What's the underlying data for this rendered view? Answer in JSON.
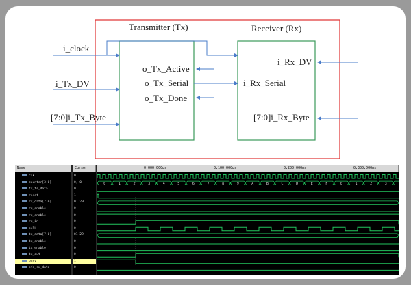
{
  "diagram": {
    "tx_title": "Transmitter (Tx)",
    "rx_title": "Receiver (Rx)",
    "inputs": [
      "i_clock",
      "i_Tx_DV",
      "[7:0]i_Tx_Byte"
    ],
    "tx_outputs": [
      "o_Tx_Active",
      "o_Tx_Serial",
      "o_Tx_Done"
    ],
    "rx_ports": [
      "i_Rx_DV",
      "i_Rx_Serial",
      "[7:0]i_Rx_Byte"
    ],
    "colors": {
      "container": "#e03030",
      "block": "#3b9a5a",
      "arrow": "#4a7cc9"
    }
  },
  "waveform": {
    "header": {
      "name": "Name",
      "cursor": "Cursor"
    },
    "time_markers": [
      "0,000,000ps",
      "0,100,000ps",
      "0,200,000ps",
      "0,300,000ps"
    ],
    "counter_values": [
      "0",
      "1",
      "2",
      "3",
      "4",
      "5",
      "6",
      "7",
      "8",
      "9",
      "A",
      "B",
      "C",
      "D",
      "E",
      "F",
      "0",
      "1",
      "2",
      "3"
    ],
    "signals": [
      {
        "name": "clk",
        "value": "0"
      },
      {
        "name": "counter[3:0]",
        "value": "0, 0"
      },
      {
        "name": "tx_ts_data",
        "value": "0"
      },
      {
        "name": "reset",
        "value": "1"
      },
      {
        "name": "rx_data[7:0]",
        "value": "01 29"
      },
      {
        "name": "rx_enable",
        "value": "0"
      },
      {
        "name": "rx_enable",
        "value": "0"
      },
      {
        "name": "rx_in",
        "value": "0"
      },
      {
        "name": "sclk",
        "value": "0"
      },
      {
        "name": "tx_data[7:0]",
        "value": "01 29"
      },
      {
        "name": "tx_enable",
        "value": "0"
      },
      {
        "name": "tx_enable",
        "value": "0"
      },
      {
        "name": "tx_out",
        "value": "0"
      },
      {
        "name": "busy",
        "value": "1"
      },
      {
        "name": "sfd_rx_data",
        "value": "0"
      }
    ],
    "colors": {
      "bg": "#000000",
      "wave": "#22c55e",
      "bus": "#16a34a",
      "selected_row": "#ffffa0"
    }
  }
}
